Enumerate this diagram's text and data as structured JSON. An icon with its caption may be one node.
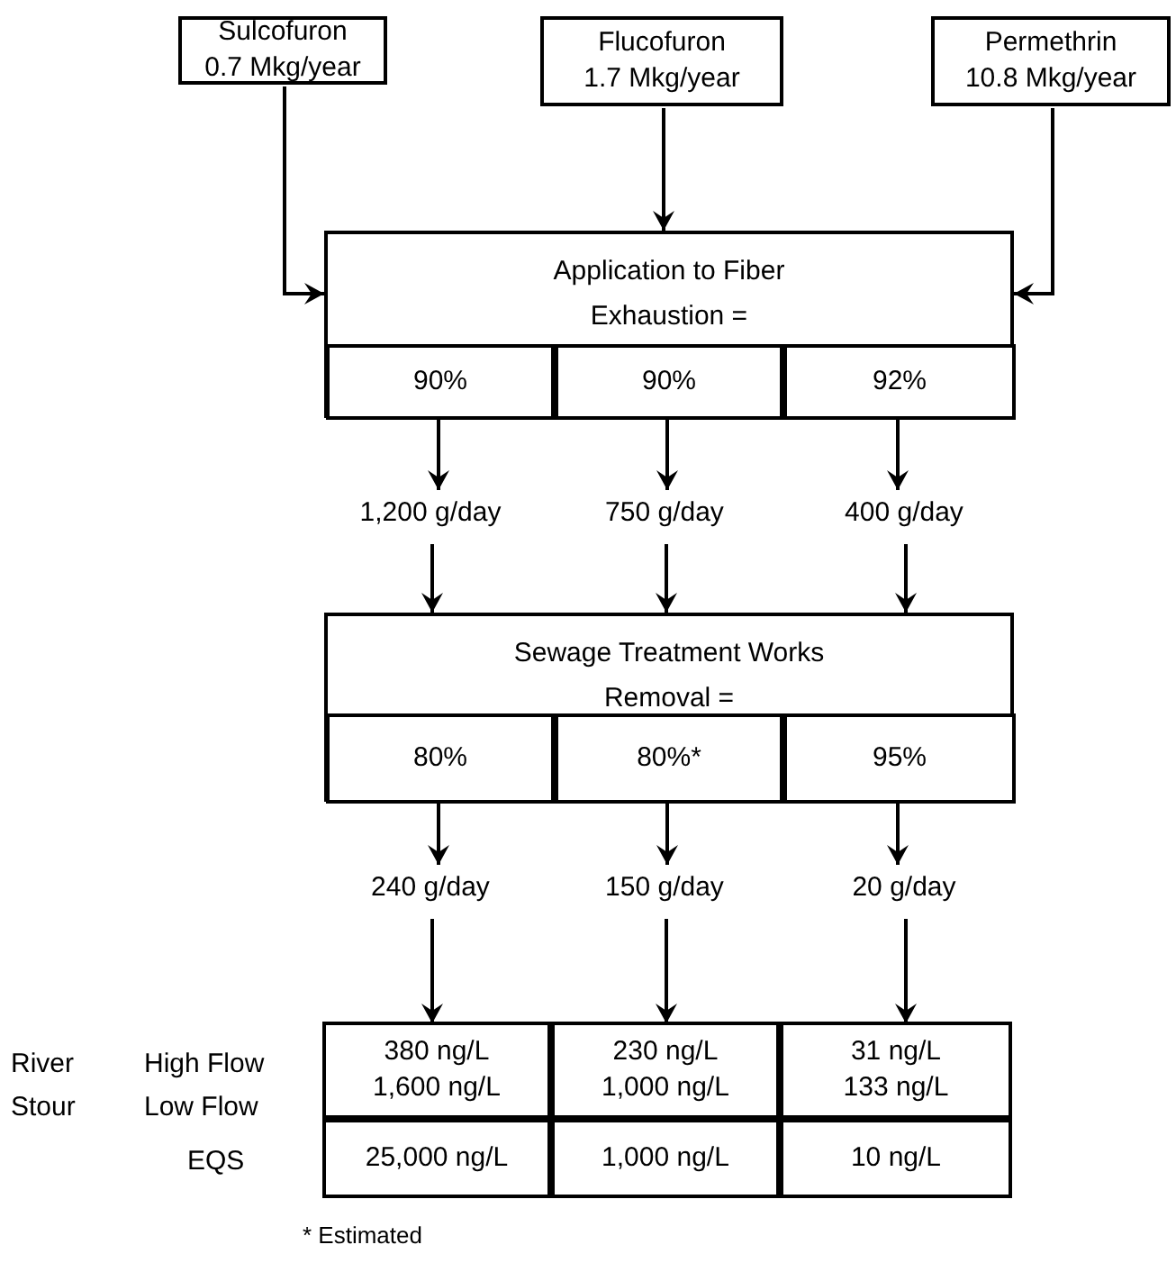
{
  "diagram": {
    "nodes": [
      {
        "text": [
          "Sulcofuron",
          "0.7 Mkg/year"
        ]
      },
      {
        "text": [
          "Flucofuron",
          "1.7 Mkg/year"
        ]
      },
      {
        "text": [
          "Permethrin",
          "10.8 Mkg/year"
        ]
      },
      {
        "text": [
          "Application to Fiber Exhaustion ="
        ]
      },
      {
        "text": [
          "90%"
        ],
        "in": 3
      },
      {
        "text": [
          "90%"
        ],
        "in": 3
      },
      {
        "text": [
          "92%"
        ],
        "in": 3
      },
      {
        "text": [
          "1,200 g/day"
        ]
      },
      {
        "text": [
          "750 g/day"
        ]
      },
      {
        "text": [
          "400 g/day"
        ]
      },
      {
        "text": [
          "Sewage Treatment Works Removal ="
        ]
      },
      {
        "text": [
          "80%"
        ],
        "in": 10
      },
      {
        "text": [
          "80%*"
        ],
        "in": 10
      },
      {
        "text": [
          "95%"
        ],
        "in": 10
      },
      {
        "text": [
          "240 g/day"
        ]
      },
      {
        "text": [
          "150 g/day"
        ]
      },
      {
        "text": [
          "20 g/day"
        ]
      },
      {
        "text": [
          "380 ng/L",
          "1,600 ng/L"
        ]
      },
      {
        "text": [
          "230 ng/L",
          "1,000 ng/L"
        ]
      },
      {
        "text": [
          "31 ng/L",
          "133 ng/L"
        ]
      },
      {
        "text": [
          "25,000 ng/L"
        ]
      },
      {
        "text": [
          "1,000 ng/L"
        ]
      },
      {
        "text": [
          "10 ng/L"
        ]
      }
    ],
    "edges": [
      {
        "from": 0,
        "to": 3,
        "arrow": "to"
      },
      {
        "from": 1,
        "to": 3,
        "arrow": "to"
      },
      {
        "from": 2,
        "to": 3,
        "arrow": "to"
      },
      {
        "from": 4,
        "to": 7,
        "arrow": "to"
      },
      {
        "from": 5,
        "to": 8,
        "arrow": "to"
      },
      {
        "from": 6,
        "to": 9,
        "arrow": "to"
      },
      {
        "from": 7,
        "to": 10,
        "arrow": "to"
      },
      {
        "from": 8,
        "to": 10,
        "arrow": "to"
      },
      {
        "from": 9,
        "to": 10,
        "arrow": "to"
      },
      {
        "from": 11,
        "to": 14,
        "arrow": "to"
      },
      {
        "from": 12,
        "to": 15,
        "arrow": "to"
      },
      {
        "from": 13,
        "to": 16,
        "arrow": "to"
      },
      {
        "from": 14,
        "to": 17,
        "arrow": "to"
      },
      {
        "from": 15,
        "to": 18,
        "arrow": "to"
      },
      {
        "from": 16,
        "to": 19,
        "arrow": "to"
      }
    ],
    "labels": [
      "River",
      "High Flow",
      "Stour",
      "Low Flow",
      "EQS",
      "* Estimated"
    ]
  }
}
